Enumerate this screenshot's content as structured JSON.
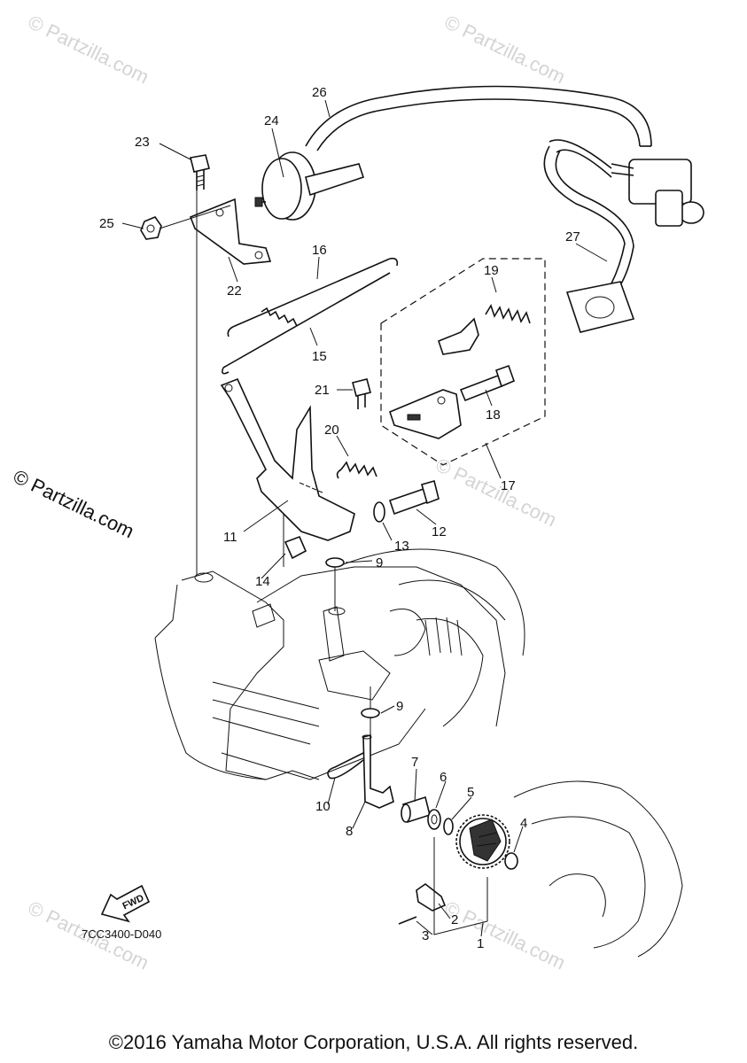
{
  "watermark": {
    "text": "© Partzilla.com"
  },
  "side_copyright": "© Partzilla.com",
  "diagram_code": "7CC3400-D040",
  "fwd_label": "FWD",
  "footer": "©2016 Yamaha Motor Corporation, U.S.A. All rights reserved.",
  "callouts": {
    "c1": "1",
    "c2": "2",
    "c3": "3",
    "c4": "4",
    "c5": "5",
    "c6": "6",
    "c7": "7",
    "c8": "8",
    "c9a": "9",
    "c9b": "9",
    "c10": "10",
    "c11": "11",
    "c12": "12",
    "c13": "13",
    "c14": "14",
    "c15": "15",
    "c16": "16",
    "c17": "17",
    "c18": "18",
    "c19": "19",
    "c20": "20",
    "c21": "21",
    "c22": "22",
    "c23": "23",
    "c24": "24",
    "c25": "25",
    "c26": "26",
    "c27": "27"
  }
}
